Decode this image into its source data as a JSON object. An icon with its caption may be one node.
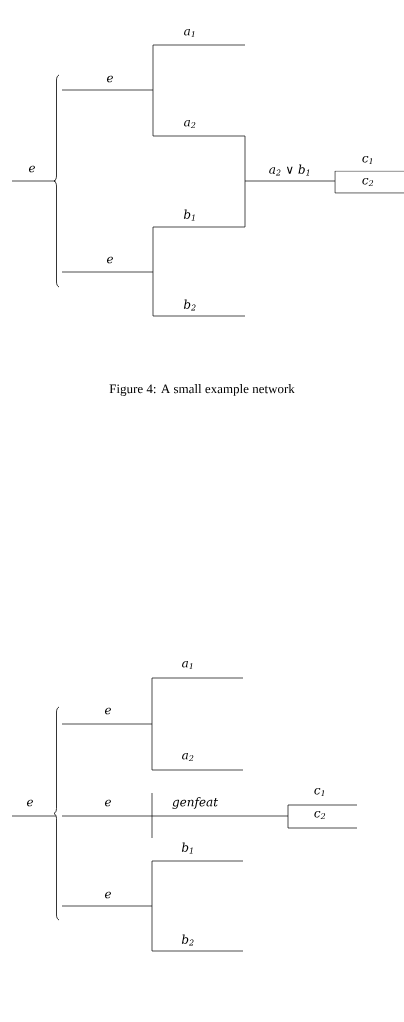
{
  "diagram": {
    "caption": "Figure 4: A small example network",
    "labels": [
      "a$_{1}$",
      "e",
      "a$_{2}$",
      "e",
      "a$_{2}$ ∨ b$_{1}$",
      "c$_{1}$",
      "c$_{2}$",
      "b$_{1}$",
      "e",
      "b$_{2}$",
      "a$_{1}$",
      "e",
      "a$_{2}$",
      "e",
      "e",
      "genfeat",
      "c$_{1}$",
      "c$_{2}$",
      "b$_{1}$",
      "e",
      "b$_{2}$"
    ]
  }
}
